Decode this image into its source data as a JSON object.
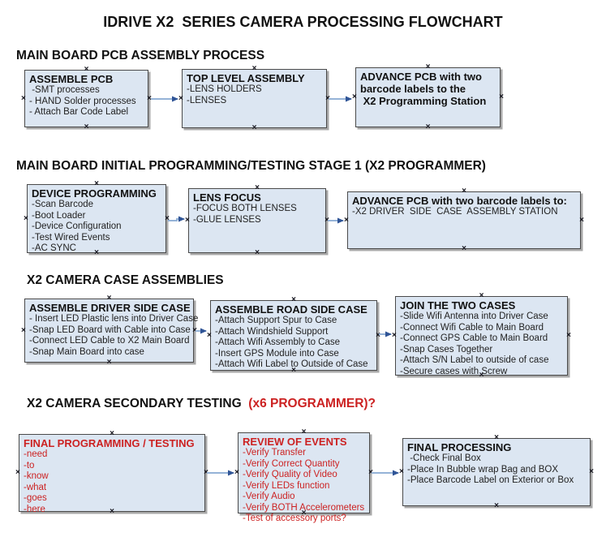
{
  "title": "IDRIVE X2  SERIES CAMERA PROCESSING FLOWCHART",
  "handle_glyph": "×",
  "colors": {
    "box_fill": "#dce6f2",
    "box_border": "#4a4a4a",
    "box_shadow": "#a8a8a8",
    "red_text": "#cc2222",
    "connector_line": "#95b3d7",
    "connector_arrow": "#2f5496"
  },
  "sections": [
    {
      "heading": "MAIN BOARD PCB ASSEMBLY PROCESS",
      "boxes": [
        {
          "title": "ASSEMBLE PCB",
          "items": [
            " -SMT processes",
            "- HAND Solder processes",
            "- Attach Bar Code Label"
          ]
        },
        {
          "title": "TOP LEVEL ASSEMBLY",
          "items": [
            "-LENS HOLDERS",
            "-LENSES"
          ]
        },
        {
          "title": "ADVANCE PCB with two\nbarcode labels to the\n X2 Programming Station",
          "items": []
        }
      ]
    },
    {
      "heading": "MAIN BOARD INITIAL PROGRAMMING/TESTING STAGE 1 (X2 PROGRAMMER)",
      "boxes": [
        {
          "title": "DEVICE PROGRAMMING",
          "items": [
            "-Scan Barcode",
            "-Boot Loader",
            "-Device Configuration",
            "-Test Wired Events",
            "-AC SYNC"
          ]
        },
        {
          "title": "LENS FOCUS",
          "items": [
            "-FOCUS BOTH LENSES",
            "-GLUE LENSES"
          ]
        },
        {
          "title": "ADVANCE PCB with two barcode labels to:",
          "items": [
            "-X2 DRIVER  SIDE  CASE  ASSEMBLY STATION"
          ]
        }
      ]
    },
    {
      "heading": "X2 CAMERA CASE ASSEMBLIES",
      "boxes": [
        {
          "title": "ASSEMBLE DRIVER SIDE CASE",
          "items": [
            "- Insert LED Plastic lens into Driver Case",
            "-Snap LED Board with Cable into Case",
            "-Connect LED Cable to X2 Main Board",
            "-Snap Main Board into case"
          ]
        },
        {
          "title": "ASSEMBLE ROAD SIDE CASE",
          "items": [
            "-Attach Support Spur to Case",
            "-Attach Windshield Support",
            "-Attach Wifi Assembly to Case",
            "-Insert GPS Module into Case",
            "-Attach Wifi Label to Outside of Case"
          ]
        },
        {
          "title": "JOIN THE TWO CASES",
          "items": [
            "-Slide Wifi Antenna into Driver Case",
            "-Connect Wifi Cable to Main Board",
            "-Connect GPS Cable to Main Board",
            "-Snap Cases Together",
            "-Attach S/N Label to outside of case",
            "-Secure cases with Screw"
          ]
        }
      ]
    },
    {
      "heading": "X2 CAMERA SECONDARY TESTING",
      "heading_suffix": "  (x6 PROGRAMMER)?",
      "boxes": [
        {
          "title": "FINAL PROGRAMMING / TESTING",
          "items": [
            "-need",
            "-to",
            "-know",
            "-what",
            "-goes",
            "-here"
          ]
        },
        {
          "title": "REVIEW OF EVENTS",
          "items": [
            "-Verify Transfer",
            "-Verify Correct Quantity",
            "-Verify Quality of Video",
            "-Verify LEDs function",
            "-Verify Audio",
            "-Verify BOTH Accelerometers",
            "-Test of accessory ports?"
          ]
        },
        {
          "title": "FINAL PROCESSING",
          "items": [
            " -Check Final Box",
            "-Place In Bubble wrap Bag and BOX",
            "-Place Barcode Label on Exterior or Box"
          ]
        }
      ]
    }
  ]
}
